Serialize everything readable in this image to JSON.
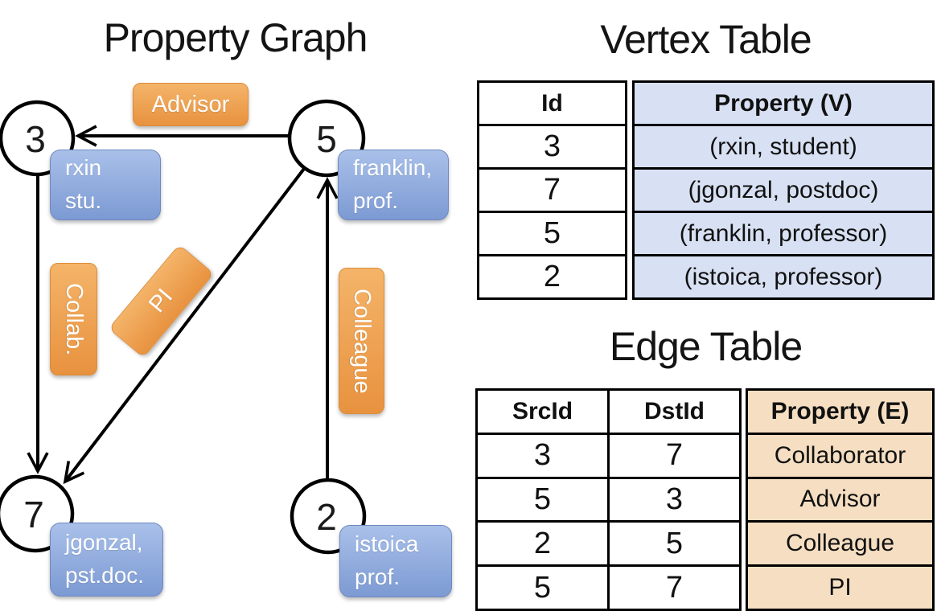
{
  "graph": {
    "title": "Property Graph",
    "nodes": [
      {
        "id": "3",
        "property_line1": "rxin",
        "property_line2": "stu."
      },
      {
        "id": "5",
        "property_line1": "franklin,",
        "property_line2": "prof."
      },
      {
        "id": "7",
        "property_line1": "jgonzal,",
        "property_line2": "pst.doc."
      },
      {
        "id": "2",
        "property_line1": "istoica",
        "property_line2": "prof."
      }
    ],
    "edge_labels": {
      "advisor": "Advisor",
      "collab": "Collab.",
      "pi": "PI",
      "colleague": "Colleague"
    }
  },
  "vertex_table": {
    "title": "Vertex Table",
    "columns": {
      "id": "Id",
      "property": "Property (V)"
    },
    "rows": [
      {
        "id": "3",
        "property": "(rxin, student)"
      },
      {
        "id": "7",
        "property": "(jgonzal, postdoc)"
      },
      {
        "id": "5",
        "property": "(franklin, professor)"
      },
      {
        "id": "2",
        "property": "(istoica, professor)"
      }
    ]
  },
  "edge_table": {
    "title": "Edge Table",
    "columns": {
      "src": "SrcId",
      "dst": "DstId",
      "property": "Property (E)"
    },
    "rows": [
      {
        "src": "3",
        "dst": "7",
        "property": "Collaborator"
      },
      {
        "src": "5",
        "dst": "3",
        "property": "Advisor"
      },
      {
        "src": "2",
        "dst": "5",
        "property": "Colleague"
      },
      {
        "src": "5",
        "dst": "7",
        "property": "PI"
      }
    ]
  },
  "colors": {
    "edge-label-top": "#f4b469",
    "edge-label-bottom": "#e8923f",
    "edge-label-border": "#db8c37",
    "vertex-box-top": "#a9c0e9",
    "vertex-box-bottom": "#7c9ad3",
    "vertex-box-border": "#7089c0",
    "vertex-cell-bg": "#d8e1f3",
    "edge-cell-bg": "#f5dec1",
    "line-color": "#000000"
  }
}
